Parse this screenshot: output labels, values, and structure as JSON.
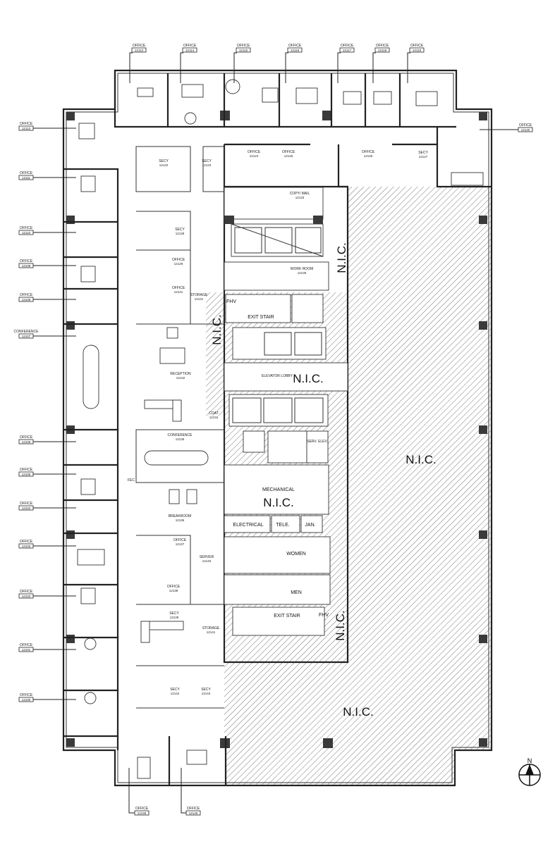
{
  "tags": {
    "top": [
      {
        "label": "OFFICE",
        "number": "12113"
      },
      {
        "label": "OFFICE",
        "number": "12114"
      },
      {
        "label": "OFFICE",
        "number": "12115"
      },
      {
        "label": "OFFICE",
        "number": "12116"
      },
      {
        "label": "OFFICE",
        "number": "12117"
      },
      {
        "label": "OFFICE",
        "number": "12118"
      },
      {
        "label": "OFFICE",
        "number": "12119"
      }
    ],
    "left": [
      {
        "label": "OFFICE",
        "number": "12112"
      },
      {
        "label": "OFFICE",
        "number": "12111"
      },
      {
        "label": "OFFICE",
        "number": "12110"
      },
      {
        "label": "OFFICE",
        "number": "12109"
      },
      {
        "label": "OFFICE",
        "number": "12108"
      },
      {
        "label": "CONFERENCE",
        "number": "12107"
      },
      {
        "label": "OFFICE",
        "number": "12106"
      },
      {
        "label": "OFFICE",
        "number": "12105"
      },
      {
        "label": "OFFICE",
        "number": "12104"
      },
      {
        "label": "OFFICE",
        "number": "12103"
      },
      {
        "label": "OFFICE",
        "number": "12102"
      },
      {
        "label": "OFFICE",
        "number": "12101"
      },
      {
        "label": "OFFICE",
        "number": "12100"
      }
    ],
    "right": [
      {
        "label": "OFFICE",
        "number": "12120"
      }
    ],
    "bottom": [
      {
        "label": "OFFICE",
        "number": "12145"
      },
      {
        "label": "OFFICE",
        "number": "12146"
      }
    ]
  },
  "rooms": [
    {
      "label": "SECY",
      "number": "12122"
    },
    {
      "label": "SECY",
      "number": "12123"
    },
    {
      "label": "OFFICE",
      "number": "12124"
    },
    {
      "label": "OFFICE",
      "number": "12125"
    },
    {
      "label": "COPY/ MAIL",
      "number": "12133"
    },
    {
      "label": "OFFICE",
      "number": "12126"
    },
    {
      "label": "SECY",
      "number": "12127"
    },
    {
      "label": "SECY",
      "number": "12128"
    },
    {
      "label": "OFFICE",
      "number": "12129"
    },
    {
      "label": "OFFICE",
      "number": "12121"
    },
    {
      "label": "STORAGE",
      "number": "12131"
    },
    {
      "label": "WORK ROOM",
      "number": "12130"
    },
    {
      "label": "RECEPTION",
      "number": "12132"
    },
    {
      "label": "COAT",
      "number": "12134"
    },
    {
      "label": "CONFERENCE",
      "number": "12135"
    },
    {
      "label": "BREAKROOM",
      "number": "12136"
    },
    {
      "label": "OFFICE",
      "number": "12137"
    },
    {
      "label": "OFFICE",
      "number": "12138"
    },
    {
      "label": "SERVER",
      "number": "12140"
    },
    {
      "label": "SECY",
      "number": "12139"
    },
    {
      "label": "STORAGE",
      "number": "12141"
    },
    {
      "label": "SECY",
      "number": "12142"
    },
    {
      "label": "SECY",
      "number": "12143"
    }
  ],
  "core": {
    "nic": "N.I.C.",
    "exit_stair": "EXIT STAIR",
    "fhv": "FHV",
    "elevator_lobby": "ELEVATOR LOBBY",
    "serv_elev": "SERV. ELEV.",
    "mechanical": "MECHANICAL",
    "electrical": "ELECTRICAL",
    "tele": "TELE.",
    "jan": "JAN.",
    "women": "WOMEN",
    "men": "MEN",
    "fec": "FEC"
  },
  "north_arrow": "N",
  "colors": {
    "wall": "#222222",
    "hatch": "#555555",
    "column": "#3a3a3a"
  }
}
